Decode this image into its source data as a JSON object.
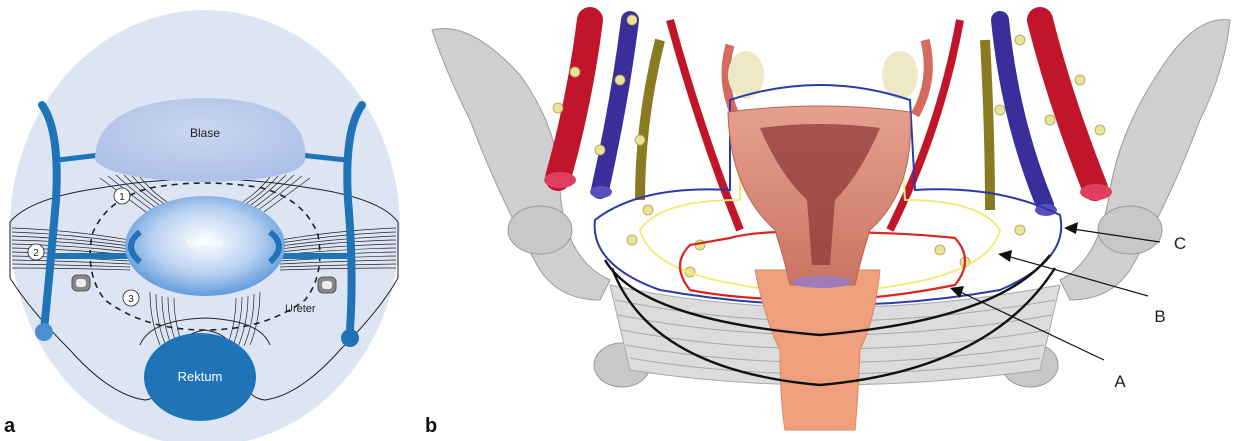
{
  "panel_a": {
    "letter": "a",
    "labels": {
      "bladder": "Blase",
      "uterus": "Uterus",
      "rectum": "Rektum",
      "ureter": "Ureter"
    },
    "ligament_numbers": [
      "1",
      "2",
      "3"
    ],
    "colors": {
      "background": "#dde5f5",
      "organ_blue": "#1f74b8",
      "bladder": "#b7c8ea",
      "uterus_center": "#ffffff",
      "uterus_edge": "#4f8fd6"
    }
  },
  "panel_b": {
    "letter": "b",
    "callouts": [
      "A",
      "B",
      "C"
    ],
    "colors": {
      "resection_A": "#d8271f",
      "resection_B": "#f2ea7a",
      "resection_C": "#2a3ba8",
      "artery": "#c0152b",
      "vein": "#3a2e9a",
      "bone": "#cfcfcf",
      "uterus": "#d98a7c",
      "vagina": "#f0a07c"
    }
  }
}
